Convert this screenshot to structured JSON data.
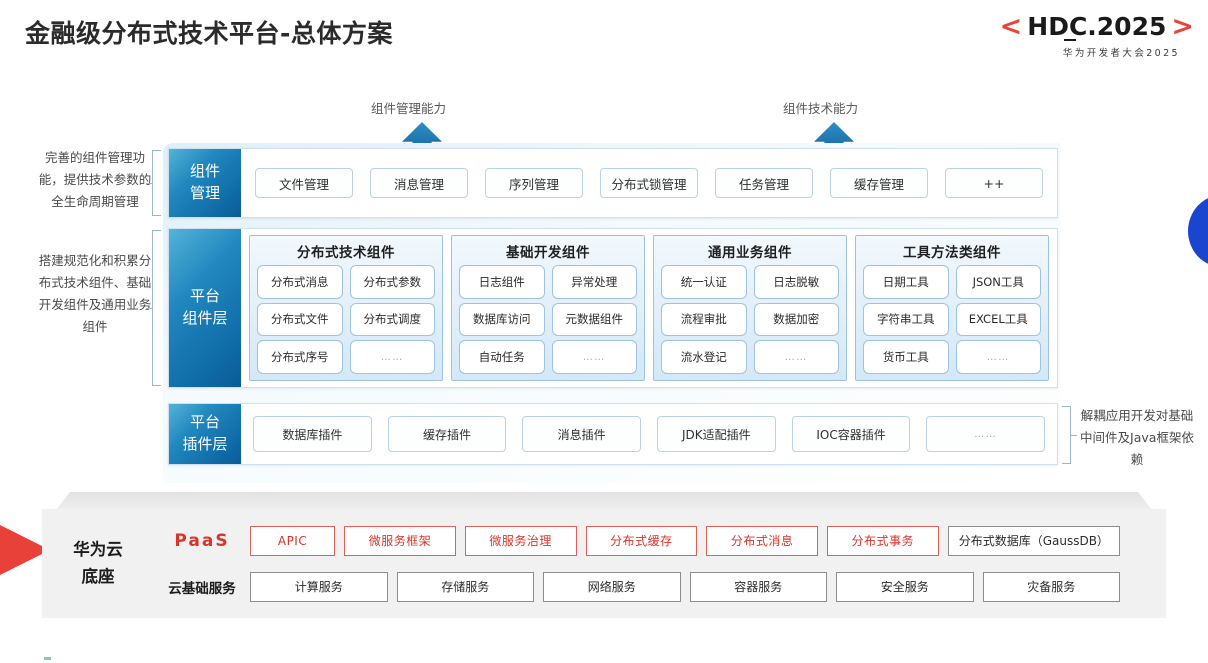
{
  "header": {
    "title": "金融级分布式技术平台-总体方案",
    "logo_bracket_left": "<",
    "logo_bracket_right": ">",
    "logo_text": "HDC.2025",
    "logo_sub": "华为开发者大会2025"
  },
  "arrows": {
    "left_label": "组件管理能力",
    "right_label": "组件技术能力"
  },
  "side_notes": {
    "left_top": "完善的组件管理功能，提供技术参数的全生命周期管理",
    "left_bottom": "搭建规范化和积累分布式技术组件、基础开发组件及通用业务组件",
    "right": "解耦应用开发对基础中间件及Java框架依赖"
  },
  "mgmt_layer": {
    "label_line1": "组件",
    "label_line2": "管理",
    "items": [
      "文件管理",
      "消息管理",
      "序列管理",
      "分布式锁管理",
      "任务管理",
      "缓存管理",
      "++"
    ]
  },
  "component_layer": {
    "label_line1": "平台",
    "label_line2": "组件层",
    "groups": [
      {
        "title": "分布式技术组件",
        "cells": [
          "分布式消息",
          "分布式参数",
          "分布式文件",
          "分布式调度",
          "分布式序号",
          "……"
        ]
      },
      {
        "title": "基础开发组件",
        "cells": [
          "日志组件",
          "异常处理",
          "数据库访问",
          "元数据组件",
          "自动任务",
          "……"
        ]
      },
      {
        "title": "通用业务组件",
        "cells": [
          "统一认证",
          "日志脱敏",
          "流程审批",
          "数据加密",
          "流水登记",
          "……"
        ]
      },
      {
        "title": "工具方法类组件",
        "cells": [
          "日期工具",
          "JSON工具",
          "字符串工具",
          "EXCEL工具",
          "货币工具",
          "……"
        ]
      }
    ]
  },
  "plugin_layer": {
    "label_line1": "平台",
    "label_line2": "插件层",
    "items": [
      "数据库插件",
      "缓存插件",
      "消息插件",
      "JDK适配插件",
      "IOC容器插件",
      "……"
    ]
  },
  "cloud": {
    "title_line1": "华为云",
    "title_line2": "底座",
    "paas_tag": "PaaS",
    "paas_items": [
      {
        "label": "APIC",
        "style": "red",
        "flex": 1
      },
      {
        "label": "微服务框架",
        "style": "red",
        "flex": 1.32
      },
      {
        "label": "微服务治理",
        "style": "red",
        "flex": 1.32
      },
      {
        "label": "分布式缓存",
        "style": "red",
        "flex": 1.32
      },
      {
        "label": "分布式消息",
        "style": "red",
        "flex": 1.32
      },
      {
        "label": "分布式事务",
        "style": "red",
        "flex": 1.32
      },
      {
        "label": "分布式数据库（GaussDB）",
        "style": "gray",
        "flex": 2.05
      }
    ],
    "base_tag": "云基础服务",
    "base_items": [
      "计算服务",
      "存储服务",
      "网络服务",
      "容器服务",
      "安全服务",
      "灾备服务"
    ]
  },
  "colors": {
    "accent_blue": "#0f6ba6",
    "accent_red": "#d9342b",
    "logo_red": "#e8443a",
    "panel_gray": "#f1f1f1"
  }
}
